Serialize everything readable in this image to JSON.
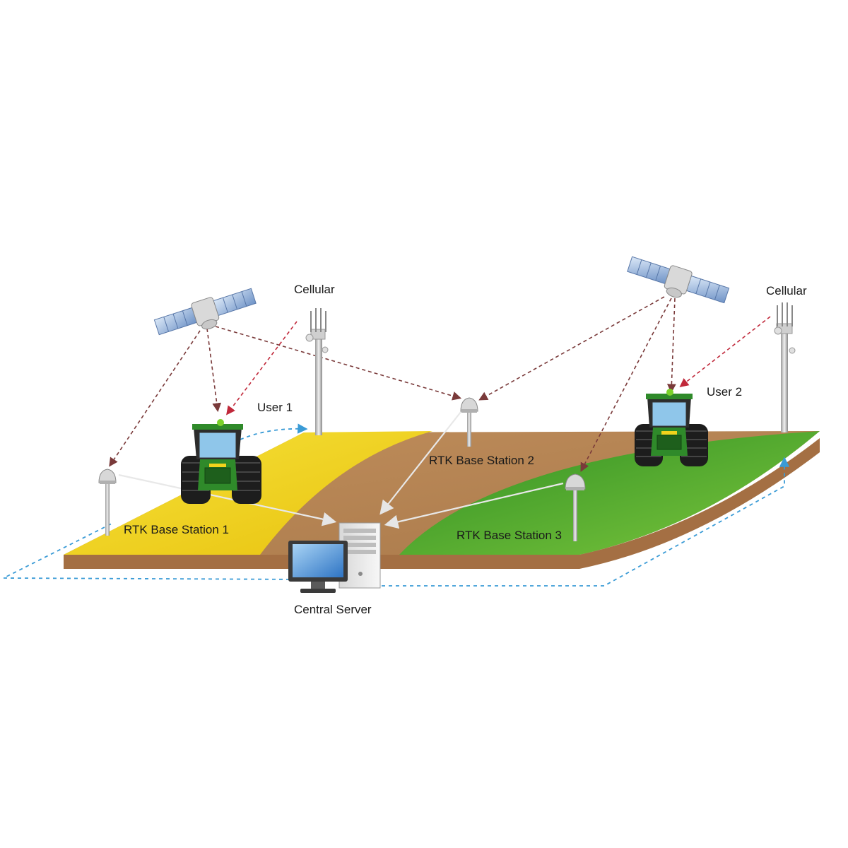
{
  "labels": {
    "cellular_left": "Cellular",
    "cellular_right": "Cellular",
    "user_1": "User 1",
    "user_2": "User 2",
    "rtk_base_station_1": "RTK Base Station 1",
    "rtk_base_station_2": "RTK Base Station 2",
    "rtk_base_station_3": "RTK Base Station 3",
    "central_server": "Central Server"
  },
  "colors": {
    "field_yellow": "#f2d21c",
    "field_brown": "#b98552",
    "field_green": "#49a92c",
    "soil_side": "#a46f43",
    "gnss_signal": "#7a3a3a",
    "cellular_signal": "#c0283a",
    "data_link": "#d0d0d0",
    "network_link": "#3a9bd6",
    "tractor_green": "#2f8a2a"
  },
  "icons": [
    "satellite-icon",
    "cellular-tower-icon",
    "tractor-icon",
    "gnss-antenna-icon",
    "computer-icon"
  ]
}
